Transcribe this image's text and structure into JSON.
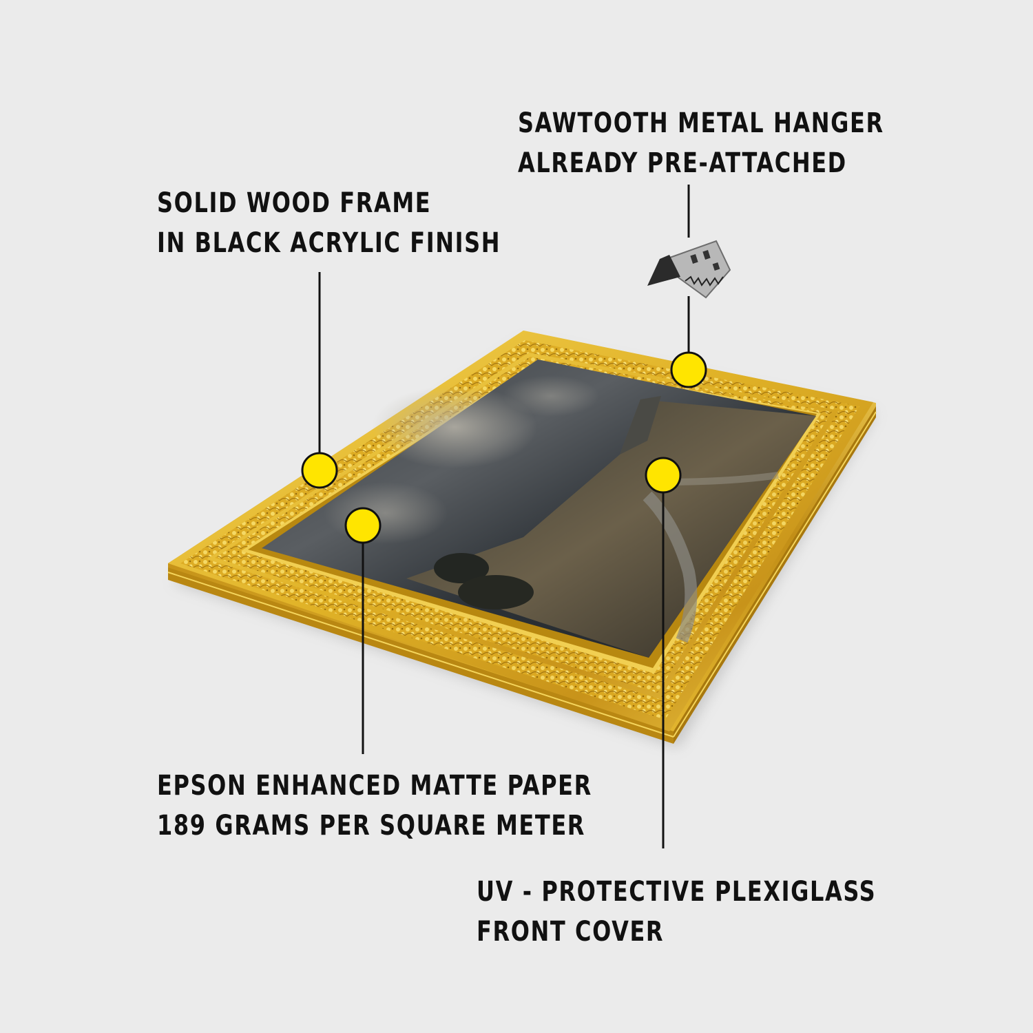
{
  "callouts": {
    "frame": {
      "line1": "SOLID WOOD FRAME",
      "line2": "IN BLACK ACRYLIC FINISH"
    },
    "hanger": {
      "line1": "SAWTOOTH METAL HANGER",
      "line2": "ALREADY PRE-ATTACHED"
    },
    "paper": {
      "line1": "EPSON ENHANCED MATTE PAPER",
      "line2": "189 GRAMS PER SQUARE METER"
    },
    "plexiglass": {
      "line1": "UV - PROTECTIVE PLEXIGLASS",
      "line2": "FRONT COVER"
    }
  },
  "colors": {
    "background": "#ebebeb",
    "marker": "#ffe500",
    "text": "#111111",
    "frame_gold": "#e0b227",
    "frame_gold_dark": "#a8780e",
    "frame_gold_light": "#f6d659"
  },
  "icons": [
    "sawtooth-hanger-icon",
    "callout-dot-icon"
  ]
}
